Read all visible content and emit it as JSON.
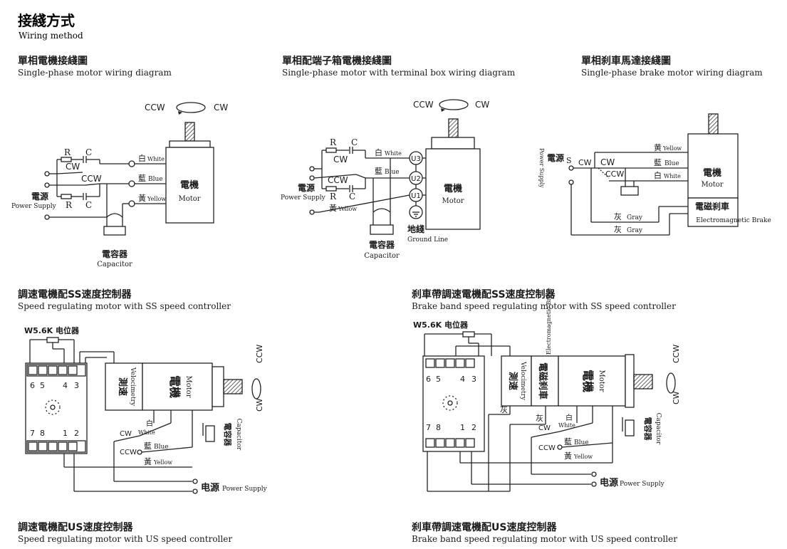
{
  "page": {
    "title_cn": "接綫方式",
    "title_en": "Wiring method"
  },
  "sections": {
    "single": {
      "title_cn": "單相電機接綫圖",
      "title_en": "Single-phase motor wiring diagram",
      "ccw": "CCW",
      "cw": "CW",
      "r": "R",
      "c": "C",
      "cw_label": "CW",
      "ccw_label": "CCW",
      "white_cn": "白",
      "white_en": "White",
      "blue_cn": "藍",
      "blue_en": "Blue",
      "yellow_cn": "黃",
      "yellow_en": "Yellow",
      "motor_cn": "電機",
      "motor_en": "Motor",
      "power_cn": "電源",
      "power_en": "Power Supply",
      "cap_cn": "電容器",
      "cap_en": "Capacitor"
    },
    "terminal": {
      "title_cn": "單相配端子箱電機接綫圖",
      "title_en": "Single-phase motor with terminal box wiring diagram",
      "ccw": "CCW",
      "cw": "CW",
      "r": "R",
      "c": "C",
      "cw_label": "CW",
      "ccw_label": "CCW",
      "white_cn": "白",
      "white_en": "White",
      "blue_cn": "藍",
      "blue_en": "Blue",
      "yellow_cn": "黃",
      "yellow_en": "Yellow",
      "u3": "U3",
      "u2": "U2",
      "u1": "U1",
      "motor_cn": "電機",
      "motor_en": "Motor",
      "power_cn": "電源",
      "power_en": "Power Supply",
      "ground_cn": "地綫",
      "ground_en": "Ground Line",
      "cap_cn": "電容器",
      "cap_en": "Capacitor"
    },
    "brake": {
      "title_cn": "單相刹車馬達接綫圖",
      "title_en": "Single-phase brake motor wiring diagram",
      "power_cn": "電源",
      "power_en": "Power Supply",
      "s": "S",
      "cw": "CW",
      "cw2": "CW",
      "ccw": "CCW",
      "yellow_cn": "黄",
      "yellow_en": "Yellow",
      "blue_cn": "藍",
      "blue_en": "Blue",
      "white_cn": "白",
      "white_en": "White",
      "gray_cn": "灰",
      "gray_en": "Gray",
      "motor_cn": "電機",
      "motor_en": "Motor",
      "brake_cn": "電磁刹車",
      "brake_en": "Electromagnetic Brake"
    },
    "ss": {
      "title_cn": "調速電機配SS速度控制器",
      "title_en": "Speed regulating motor with SS speed controller",
      "pot": "W5.6K 电位器",
      "t6": "6",
      "t5": "5",
      "t4": "4",
      "t3": "3",
      "t7": "7",
      "t8": "8",
      "t1": "1",
      "t2": "2",
      "velo_cn": "測速",
      "velo_en": "Velocimetry",
      "motor_cn": "電機",
      "motor_en": "Motor",
      "ccw": "CCW",
      "cw": "CW",
      "white_cn": "白",
      "white_en": "White",
      "blue_cn": "藍",
      "blue_en": "Blue",
      "yellow_cn": "黃",
      "yellow_en": "Yellow",
      "cw_label": "CW",
      "ccw_label": "CCW",
      "cap_cn": "電容器",
      "cap_en": "Capacitor",
      "power_cn": "电源",
      "power_en": "Power Supply"
    },
    "ss_brake": {
      "title_cn": "刹車帶調速電機配SS速度控制器",
      "title_en": "Brake band speed regulating motor with SS speed controller",
      "pot": "W5.6K 电位器",
      "t6": "6",
      "t5": "5",
      "t4": "4",
      "t3": "3",
      "t7": "7",
      "t8": "8",
      "t1": "1",
      "t2": "2",
      "velo_cn": "測速",
      "velo_en": "Velocimetry",
      "brake_cn": "電磁刹車",
      "brake_en": "Electromagnetic Brake",
      "motor_cn": "電機",
      "motor_en": "Motor",
      "ccw": "CCW",
      "cw": "CW",
      "gray_cn": "灰",
      "white_cn": "白",
      "white_en": "White",
      "blue_cn": "藍",
      "blue_en": "Blue",
      "yellow_cn": "黃",
      "yellow_en": "Yellow",
      "cw_label": "CW",
      "ccw_label": "CCW",
      "cap_cn": "電容器",
      "cap_en": "Capacitor",
      "power_cn": "电源",
      "power_en": "Power Supply"
    },
    "us": {
      "title_cn": "調速電機配US速度控制器",
      "title_en": "Speed regulating motor with US speed controller"
    },
    "us_brake": {
      "title_cn": "刹車帶調速電機配US速度控制器",
      "title_en": "Brake band speed regulating motor with US speed controller"
    }
  }
}
